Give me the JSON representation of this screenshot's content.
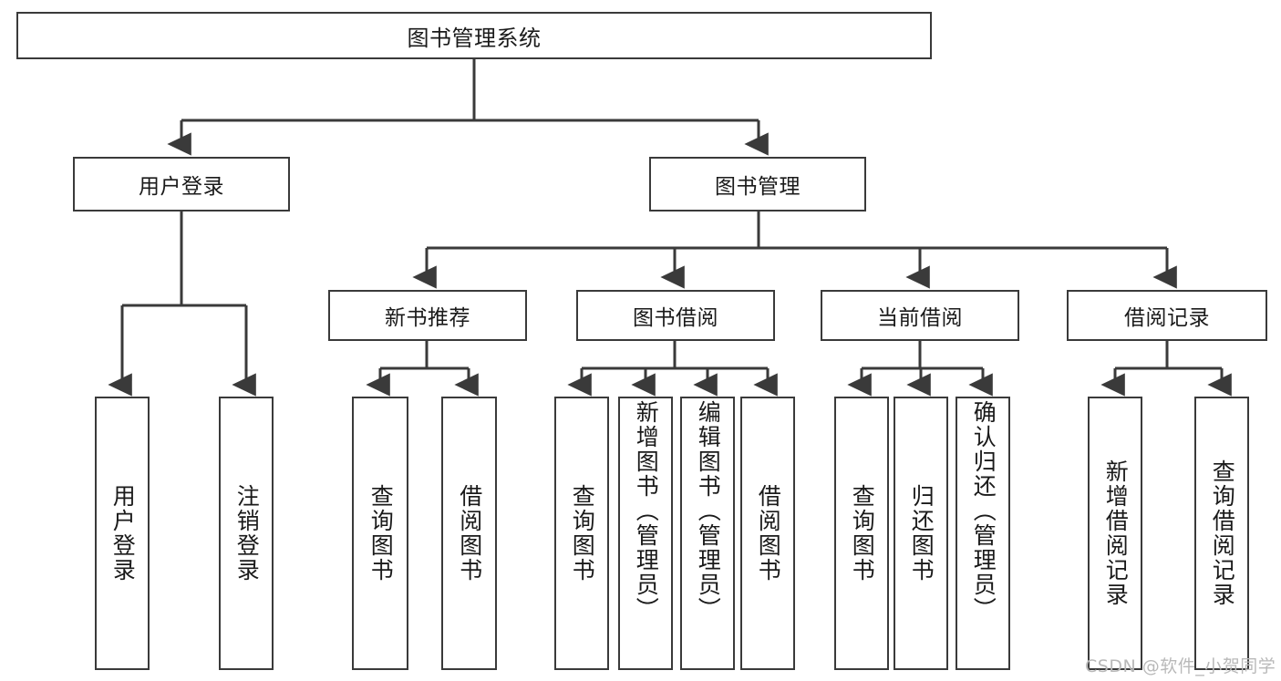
{
  "diagram": {
    "type": "tree-hierarchy-chart",
    "title": "图书管理系统",
    "watermark": "CSDN @软件_小贺同学",
    "stroke_color": "#3a3a3a",
    "fill_color": "#ffffff",
    "text_color": "#1a1a1a",
    "watermark_color": "#b9b9b9"
  },
  "nodes": {
    "root": {
      "label": "图书管理系统"
    },
    "level1": [
      {
        "id": "user-login",
        "label": "用户登录"
      },
      {
        "id": "book-management",
        "label": "图书管理"
      }
    ],
    "level2": [
      {
        "id": "new-book-recommend",
        "label": "新书推荐"
      },
      {
        "id": "book-borrow",
        "label": "图书借阅"
      },
      {
        "id": "current-borrow",
        "label": "当前借阅"
      },
      {
        "id": "borrow-record",
        "label": "借阅记录"
      }
    ],
    "leaves": {
      "user-login": [
        {
          "id": "leaf-user-login",
          "label": "用户登录"
        },
        {
          "id": "leaf-logout",
          "label": "注销登录"
        }
      ],
      "new-book-recommend": [
        {
          "id": "leaf-query-book-1",
          "label": "查询图书"
        },
        {
          "id": "leaf-borrow-book-1",
          "label": "借阅图书"
        }
      ],
      "book-borrow": [
        {
          "id": "leaf-query-book-2",
          "label": "查询图书"
        },
        {
          "id": "leaf-add-book",
          "label": "新增图书（管理员）"
        },
        {
          "id": "leaf-edit-book",
          "label": "编辑图书（管理员）"
        },
        {
          "id": "leaf-borrow-book-2",
          "label": "借阅图书"
        }
      ],
      "current-borrow": [
        {
          "id": "leaf-query-book-3",
          "label": "查询图书"
        },
        {
          "id": "leaf-return-book",
          "label": "归还图书"
        },
        {
          "id": "leaf-confirm-return",
          "label": "确认归还（管理员）"
        }
      ],
      "borrow-record": [
        {
          "id": "leaf-add-record",
          "label": "新增借阅记录"
        },
        {
          "id": "leaf-query-record",
          "label": "查询借阅记录"
        }
      ]
    }
  }
}
